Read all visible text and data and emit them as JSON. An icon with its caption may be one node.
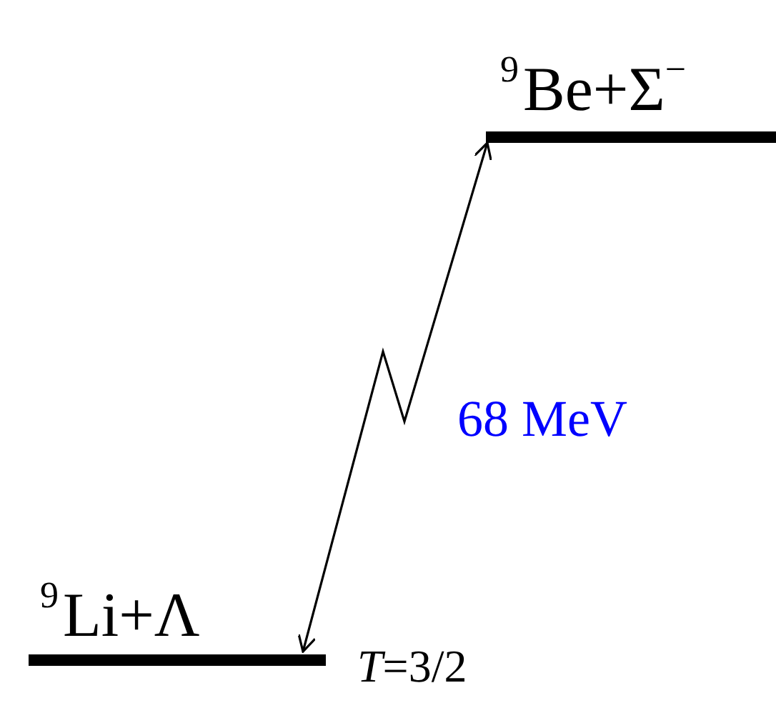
{
  "diagram": {
    "nodes": [
      {
        "text": [
          "$^{9}$Be+Σ$^{−}$"
        ]
      },
      {
        "text": [
          "$^{9}$Li+Λ"
        ],
        "beside": [
          "*T*=3/2"
        ]
      }
    ],
    "edges": [
      {
        "from": 1,
        "to": 0,
        "arrow": "both",
        "label": "68 MeV"
      }
    ]
  }
}
